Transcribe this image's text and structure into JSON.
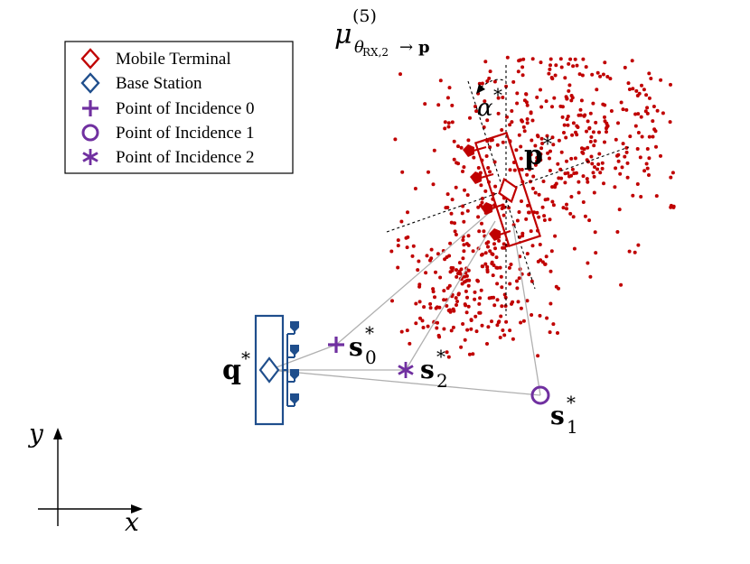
{
  "legend": {
    "items": [
      {
        "label": "Mobile Terminal",
        "marker": "diamond-icon",
        "color": "#c00000"
      },
      {
        "label": "Base Station",
        "marker": "diamond-icon",
        "color": "#1f4e8c"
      },
      {
        "label": "Point of Incidence 0",
        "marker": "plus-icon",
        "color": "#7030a0"
      },
      {
        "label": "Point of Incidence 1",
        "marker": "circle-icon",
        "color": "#7030a0"
      },
      {
        "label": "Point of Incidence 2",
        "marker": "asterisk-icon",
        "color": "#7030a0"
      }
    ]
  },
  "top_label": {
    "main": "μ",
    "sup": "(5)",
    "sub": "θ",
    "sub_sub": "RX,2",
    "arrow": "→",
    "target": "p"
  },
  "labels": {
    "mobile_terminal": {
      "base": "p",
      "sup": "*"
    },
    "base_station": {
      "base": "q",
      "sup": "*"
    },
    "incidence_0": {
      "base": "s",
      "sub": "0",
      "sup": "*"
    },
    "incidence_1": {
      "base": "s",
      "sub": "1",
      "sup": "*"
    },
    "incidence_2": {
      "base": "s",
      "sub": "2",
      "sup": "*"
    },
    "angle": {
      "base": "α",
      "sup": "*"
    }
  },
  "axes": {
    "x_label": "x",
    "y_label": "y"
  },
  "colors": {
    "mobile_terminal": "#c00000",
    "base_station": "#1f4e8c",
    "incidence": "#7030a0",
    "particles": "#c00000",
    "rays": "#b0b0b0"
  }
}
